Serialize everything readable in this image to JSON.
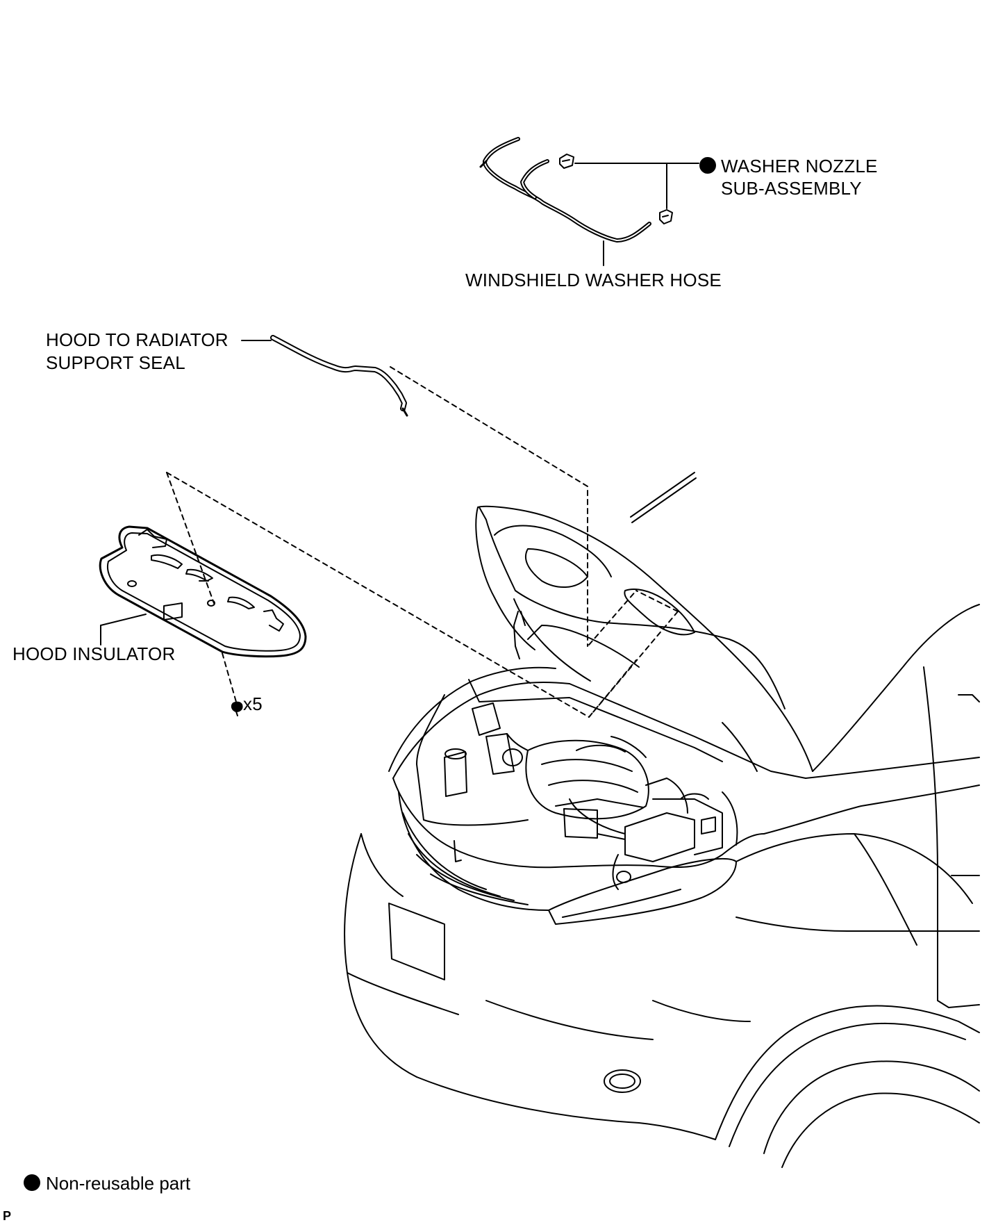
{
  "labels": {
    "washer_nozzle_line1": "WASHER NOZZLE",
    "washer_nozzle_line2": "SUB-ASSEMBLY",
    "washer_hose": "WINDSHIELD WASHER HOSE",
    "seal_line1": "HOOD TO RADIATOR",
    "seal_line2": "SUPPORT SEAL",
    "insulator": "HOOD INSULATOR",
    "clip_count": "x5"
  },
  "legend": {
    "non_reusable": "Non-reusable part"
  },
  "corner_mark": "P"
}
